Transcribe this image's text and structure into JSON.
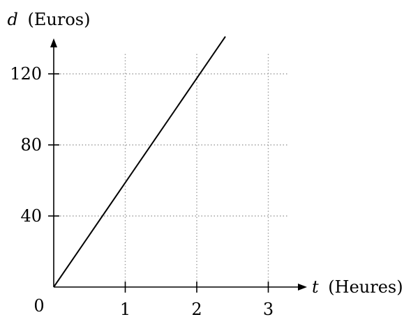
{
  "chart_data": {
    "type": "line",
    "xlabel_var": "t",
    "xlabel_unit": "(Heures)",
    "ylabel_var": "d",
    "ylabel_unit": "(Euros)",
    "origin_label": "0",
    "x_ticks": [
      1,
      2,
      3
    ],
    "x_tick_labels": [
      "1",
      "2",
      "3"
    ],
    "y_ticks": [
      40,
      80,
      120
    ],
    "y_tick_labels": [
      "40",
      "80",
      "120"
    ],
    "xlim": [
      0,
      3.5
    ],
    "ylim": [
      0,
      140
    ],
    "grid": true,
    "series": [
      {
        "x": [
          0,
          2.4
        ],
        "y": [
          0,
          141
        ]
      }
    ],
    "colors": {
      "line": "#000000",
      "grid": "#a0a0a0",
      "axis": "#000000"
    }
  }
}
